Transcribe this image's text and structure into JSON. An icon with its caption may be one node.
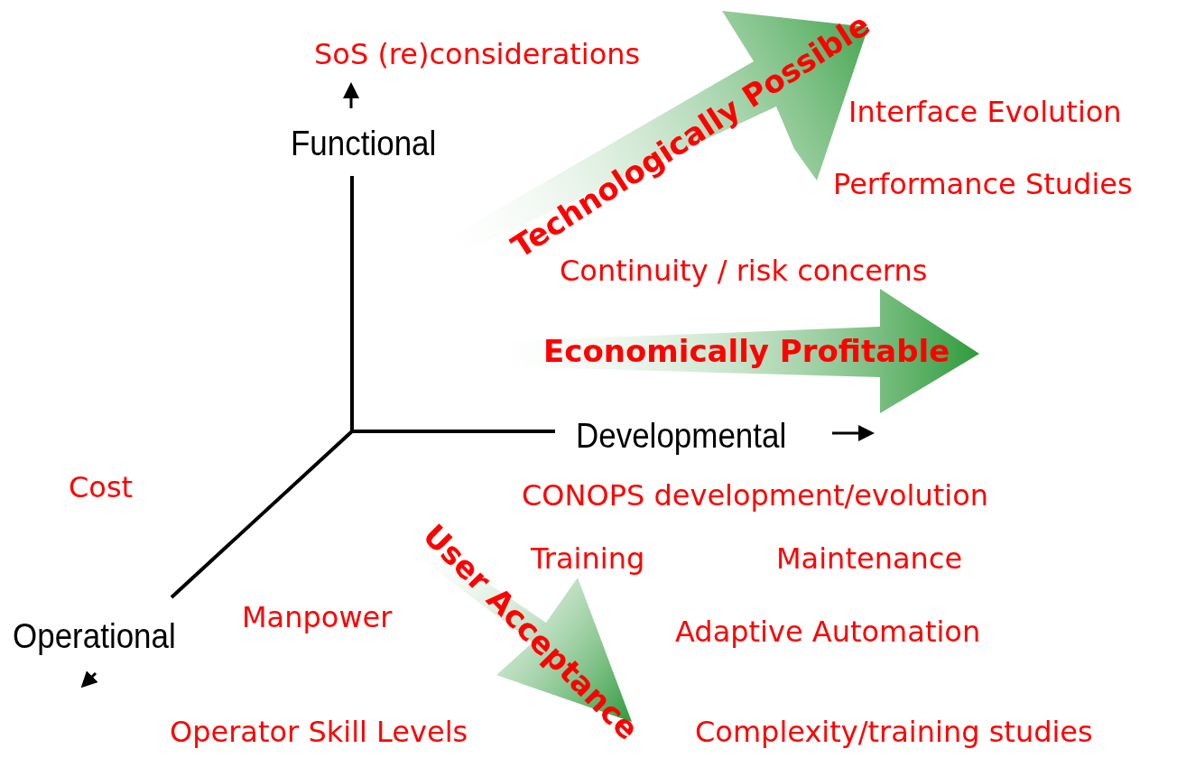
{
  "diagram": {
    "labels": [
      "SoS (re)considerations",
      "Technologically Possible",
      "Functional",
      "Interface Evolution",
      "Performance Studies",
      "Continuity / risk concerns",
      "Economically Profitable",
      "Developmental",
      "Cost",
      "CONOPS development/evolution",
      "User Acceptance",
      "Training",
      "Maintenance",
      "Manpower",
      "Operational",
      "Adaptive Automation",
      "Operator Skill Levels",
      "Complexity/training studies"
    ]
  }
}
